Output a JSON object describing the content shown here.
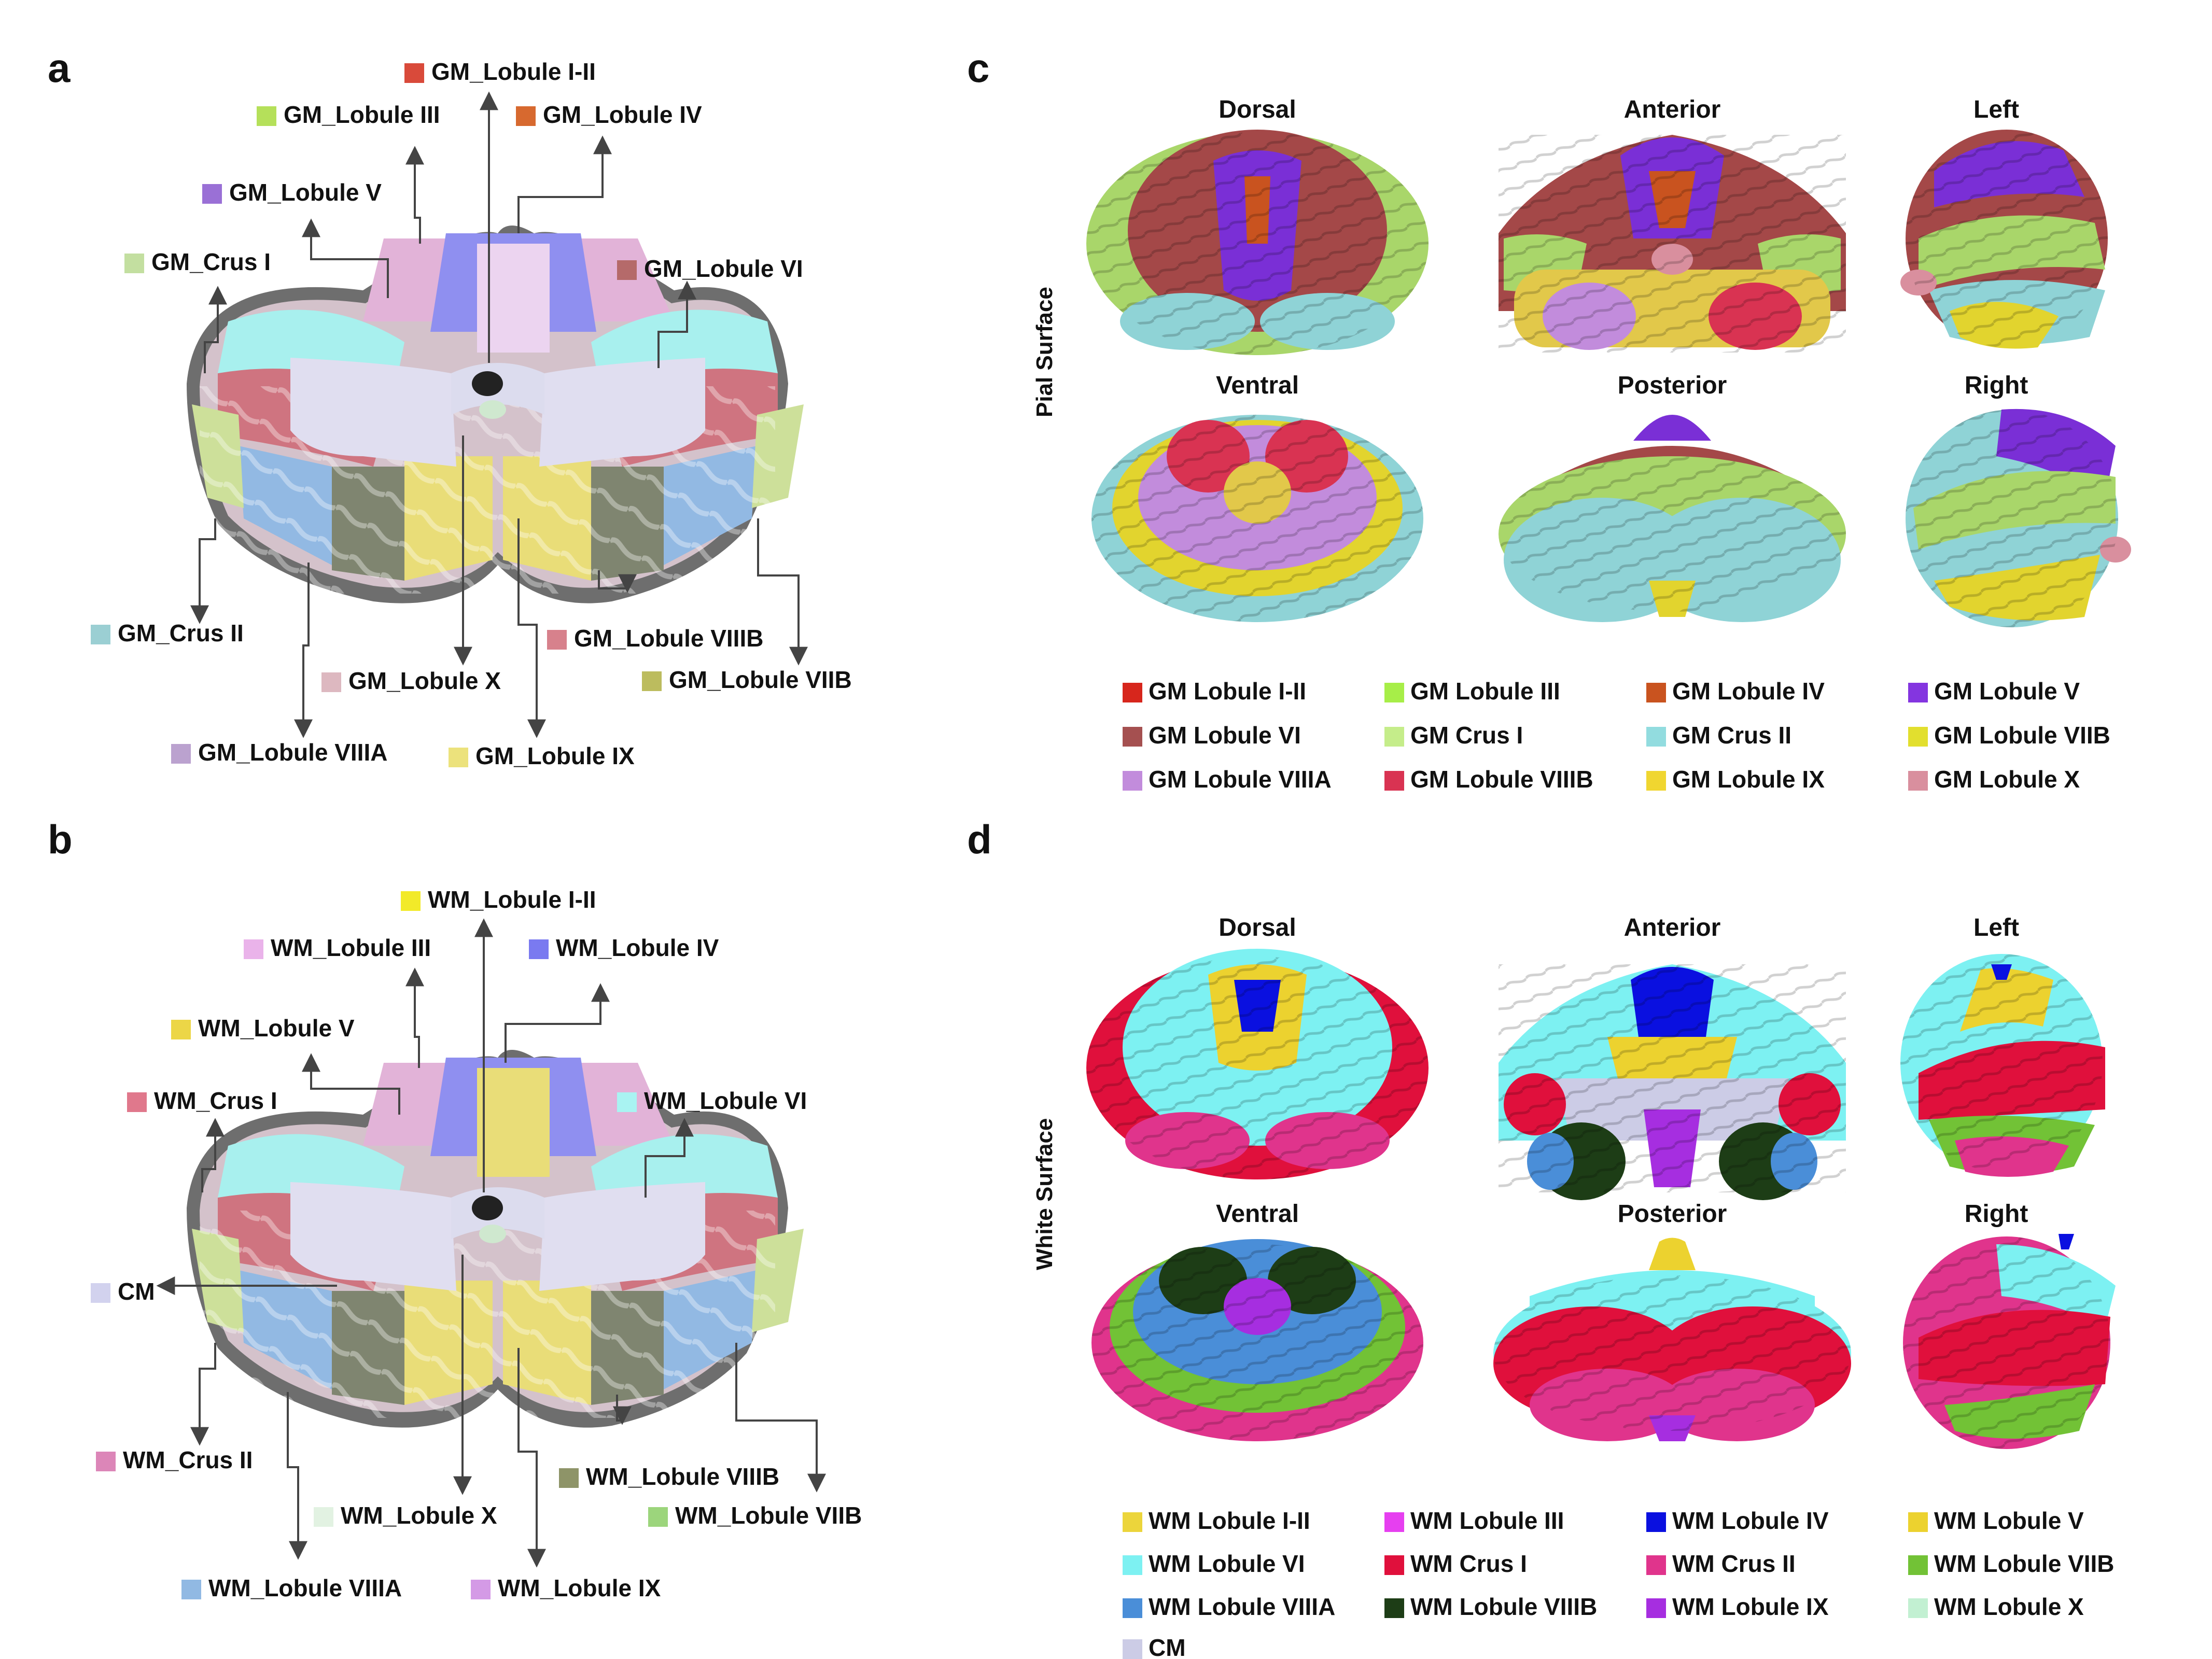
{
  "panels": {
    "a": "a",
    "b": "b",
    "c": "c",
    "d": "d"
  },
  "panel_a_labels": [
    {
      "text": "GM_Lobule I-II",
      "color": "#d94a3a"
    },
    {
      "text": "GM_Lobule III",
      "color": "#b5e05a"
    },
    {
      "text": "GM_Lobule IV",
      "color": "#d7692f"
    },
    {
      "text": "GM_Lobule V",
      "color": "#9a70d6"
    },
    {
      "text": "GM_Crus I",
      "color": "#c3dfa0"
    },
    {
      "text": "GM_Lobule VI",
      "color": "#b56a6a"
    },
    {
      "text": "GM_Crus II",
      "color": "#9bcfd3"
    },
    {
      "text": "GM_Lobule VIIIB",
      "color": "#d7818c"
    },
    {
      "text": "GM_Lobule X",
      "color": "#ddb8c0"
    },
    {
      "text": "GM_Lobule VIIB",
      "color": "#bcbc5e"
    },
    {
      "text": "GM_Lobule VIIIA",
      "color": "#bba2cf"
    },
    {
      "text": "GM_Lobule IX",
      "color": "#ece27c"
    }
  ],
  "panel_b_labels": [
    {
      "text": "WM_Lobule I-II",
      "color": "#f2ea29"
    },
    {
      "text": "WM_Lobule III",
      "color": "#eab3ea"
    },
    {
      "text": "WM_Lobule IV",
      "color": "#7a7af0"
    },
    {
      "text": "WM_Lobule V",
      "color": "#ecd647"
    },
    {
      "text": "WM_Crus I",
      "color": "#e0788c"
    },
    {
      "text": "WM_Lobule VI",
      "color": "#a9f3f2"
    },
    {
      "text": "CM",
      "color": "#d2d2ee"
    },
    {
      "text": "WM_Crus II",
      "color": "#dc86b8"
    },
    {
      "text": "WM_Lobule VIIIB",
      "color": "#8e9468"
    },
    {
      "text": "WM_Lobule X",
      "color": "#e2f2e2"
    },
    {
      "text": "WM_Lobule VIIB",
      "color": "#9cd57c"
    },
    {
      "text": "WM_Lobule VIIIA",
      "color": "#91b9e3"
    },
    {
      "text": "WM_Lobule IX",
      "color": "#d49ae6"
    }
  ],
  "panel_c": {
    "row_label": "Pial Surface",
    "views": [
      "Dorsal",
      "Anterior",
      "Left",
      "Ventral",
      "Posterior",
      "Right"
    ],
    "legend": [
      {
        "text": "GM Lobule I-II",
        "color": "#d7261c"
      },
      {
        "text": "GM Lobule III",
        "color": "#a7ee48"
      },
      {
        "text": "GM Lobule IV",
        "color": "#c9531f"
      },
      {
        "text": "GM Lobule V",
        "color": "#8435e0"
      },
      {
        "text": "GM Lobule VI",
        "color": "#a55050"
      },
      {
        "text": "GM Crus I",
        "color": "#c5ed8a"
      },
      {
        "text": "GM Crus II",
        "color": "#92dcdf"
      },
      {
        "text": "GM Lobule VIIB",
        "color": "#e2df2e"
      },
      {
        "text": "GM Lobule VIIIA",
        "color": "#c28cdc"
      },
      {
        "text": "GM Lobule VIIIB",
        "color": "#d93352"
      },
      {
        "text": "GM Lobule IX",
        "color": "#f0d630"
      },
      {
        "text": "GM Lobule X",
        "color": "#d98f9e"
      }
    ]
  },
  "panel_d": {
    "row_label": "White Surface",
    "views": [
      "Dorsal",
      "Anterior",
      "Left",
      "Ventral",
      "Posterior",
      "Right"
    ],
    "legend": [
      {
        "text": "WM Lobule I-II",
        "color": "#ecd53b"
      },
      {
        "text": "WM Lobule III",
        "color": "#e63ff0"
      },
      {
        "text": "WM Lobule IV",
        "color": "#0a10e0"
      },
      {
        "text": "WM Lobule V",
        "color": "#ecd22f"
      },
      {
        "text": "WM Lobule VI",
        "color": "#7df1f2"
      },
      {
        "text": "WM Crus I",
        "color": "#e0103c"
      },
      {
        "text": "WM Crus II",
        "color": "#e0348c"
      },
      {
        "text": "WM Lobule VIIB",
        "color": "#72c236"
      },
      {
        "text": "WM Lobule VIIIA",
        "color": "#4a8ed8"
      },
      {
        "text": "WM Lobule VIIIB",
        "color": "#1d3d16"
      },
      {
        "text": "WM Lobule IX",
        "color": "#a62ee0"
      },
      {
        "text": "WM Lobule X",
        "color": "#c2f0d2"
      },
      {
        "text": "CM",
        "color": "#cccce6"
      }
    ]
  }
}
